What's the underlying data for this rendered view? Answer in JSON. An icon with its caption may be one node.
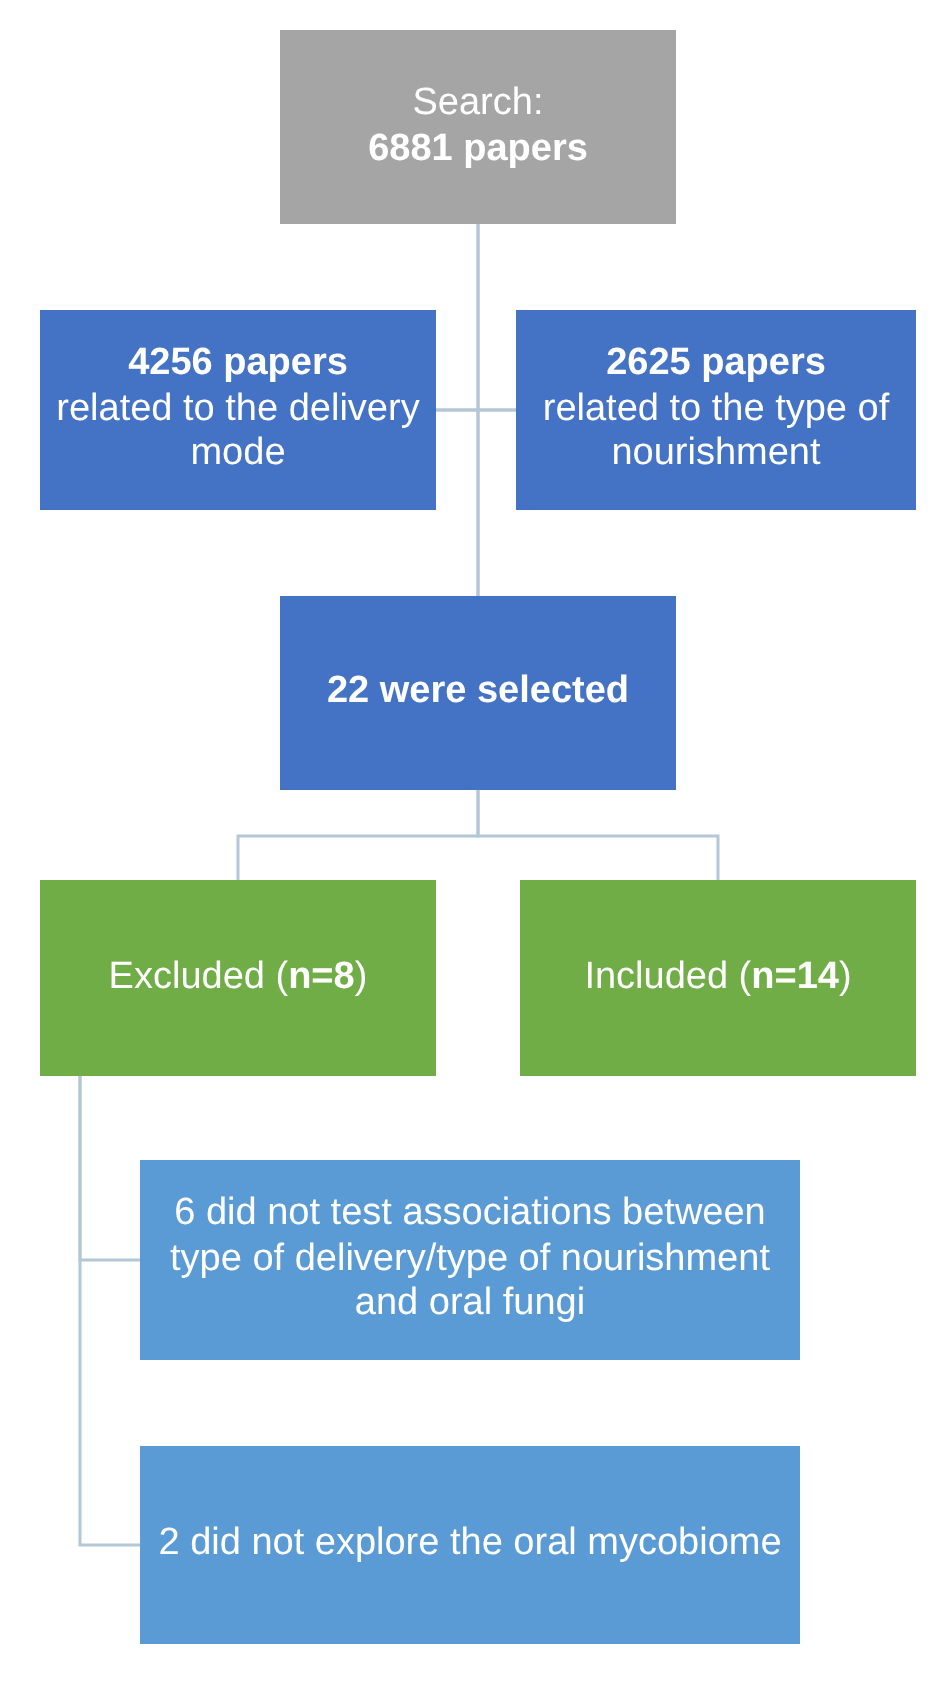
{
  "diagram": {
    "nodes": [
      {
        "text": [
          "Search:",
          "6881 papers"
        ]
      },
      {
        "text": [
          "4256 papers",
          "related to the delivery mode"
        ]
      },
      {
        "text": [
          "2625 papers",
          "related to the type of nourishment"
        ]
      },
      {
        "text": [
          "22 were selected"
        ]
      },
      {
        "text": [
          "Excluded (**n=8**)"
        ]
      },
      {
        "text": [
          "Included (**n=14**)"
        ]
      },
      {
        "text": [
          "6 did not test associations between type of delivery/type of nourishment and oral fungi"
        ]
      },
      {
        "text": [
          "2 did not explore the oral mycobiome"
        ]
      }
    ],
    "edges": [
      {
        "from": 0,
        "to": 1,
        "arrow": "none"
      },
      {
        "from": 0,
        "to": 2,
        "arrow": "none"
      },
      {
        "from": 1,
        "to": 3,
        "arrow": "none"
      },
      {
        "from": 2,
        "to": 3,
        "arrow": "none"
      },
      {
        "from": 3,
        "to": 4,
        "arrow": "none"
      },
      {
        "from": 3,
        "to": 5,
        "arrow": "none"
      },
      {
        "from": 4,
        "to": 6,
        "arrow": "none"
      },
      {
        "from": 4,
        "to": 7,
        "arrow": "none"
      }
    ]
  }
}
